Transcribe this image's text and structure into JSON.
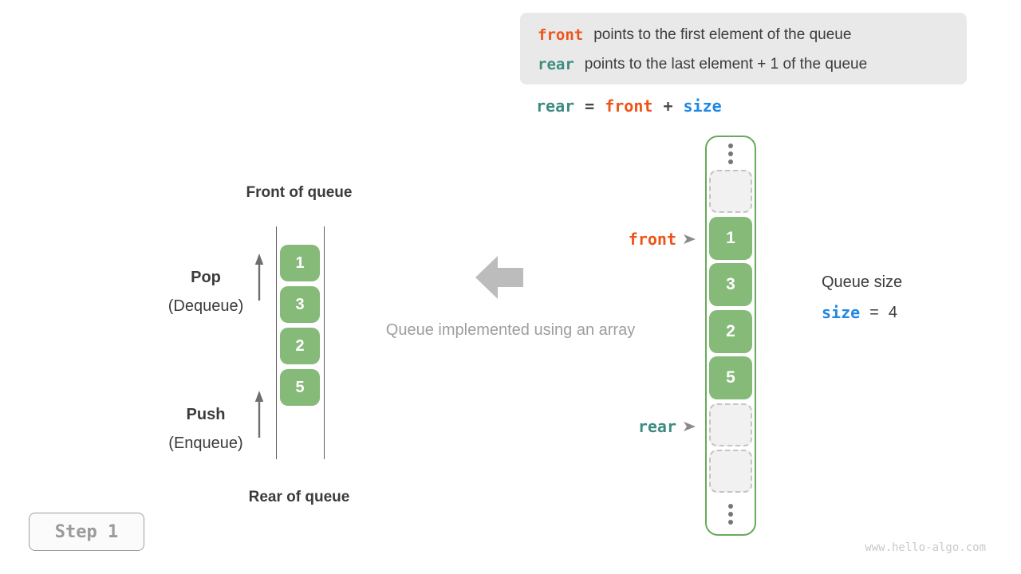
{
  "legend": {
    "front": {
      "keyword": "front",
      "description": "points to the first element of the queue"
    },
    "rear": {
      "keyword": "rear",
      "description": "points to the last element + 1 of the queue"
    }
  },
  "formula": {
    "rear": "rear",
    "equals": "=",
    "front": "front",
    "plus": "+",
    "size": "size"
  },
  "abstract_queue": {
    "front_label": "Front of queue",
    "rear_label": "Rear of queue",
    "pop_title": "Pop",
    "pop_subtitle": "(Dequeue)",
    "push_title": "Push",
    "push_subtitle": "(Enqueue)",
    "values": [
      "1",
      "3",
      "2",
      "5"
    ]
  },
  "caption": "Queue implemented using an array",
  "array_view": {
    "front_pointer": "front",
    "rear_pointer": "rear",
    "slots": [
      {
        "type": "ellipsis"
      },
      {
        "type": "empty"
      },
      {
        "type": "value",
        "value": "1",
        "pointer": "front"
      },
      {
        "type": "value",
        "value": "3"
      },
      {
        "type": "value",
        "value": "2"
      },
      {
        "type": "value",
        "value": "5"
      },
      {
        "type": "empty",
        "pointer": "rear"
      },
      {
        "type": "empty"
      },
      {
        "type": "ellipsis"
      }
    ]
  },
  "queue_size": {
    "label": "Queue size",
    "keyword": "size",
    "equals": "=",
    "value": "4"
  },
  "step_badge": {
    "label": "Step 1"
  },
  "watermark": "www.hello-algo.com",
  "colors": {
    "keyword_front_orange": "#ee5416",
    "keyword_rear_teal": "#3d8b80",
    "keyword_size_blue": "#1e88e5",
    "element_green": "#85ba78",
    "array_border_green": "#69a95b",
    "legend_background": "#e9e9e9",
    "text_dark": "#3b3b3b",
    "muted_gray": "#9e9e9e"
  }
}
